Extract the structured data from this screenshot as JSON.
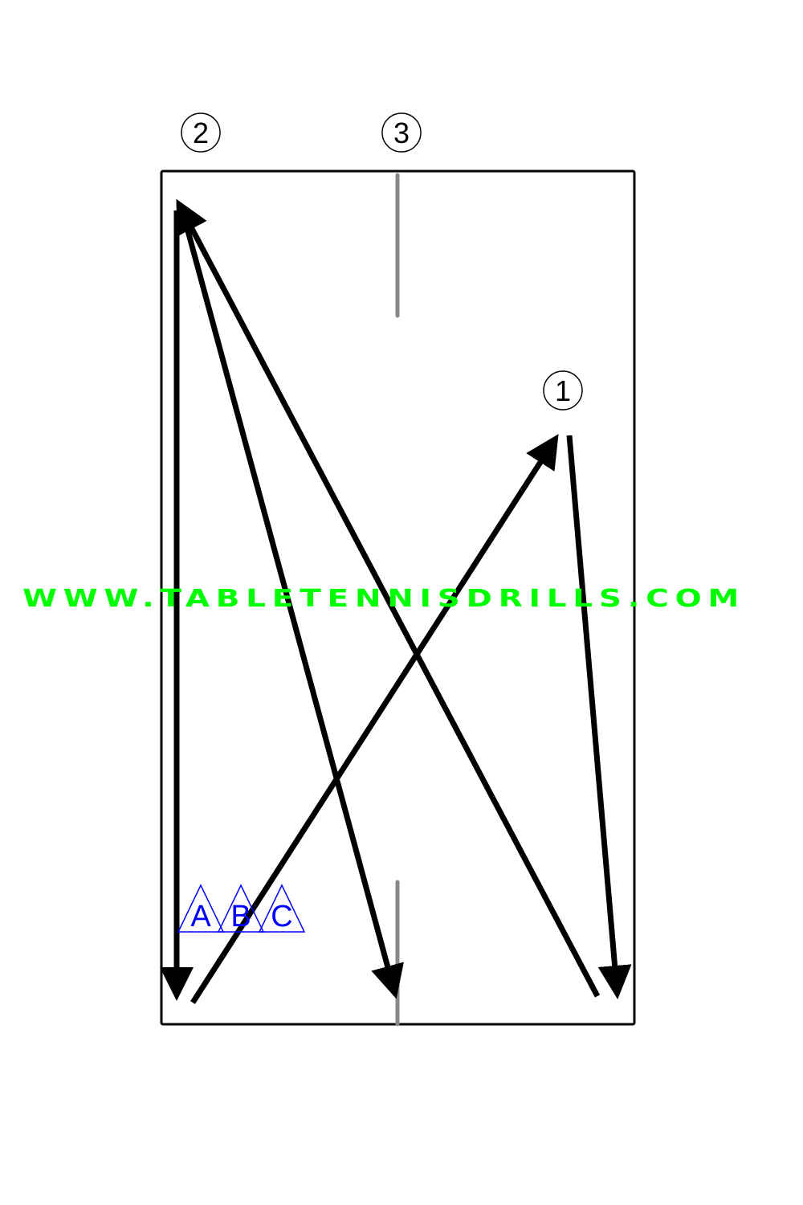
{
  "diagram": {
    "markers": [
      {
        "id": "marker-1",
        "label": "1"
      },
      {
        "id": "marker-2",
        "label": "2"
      },
      {
        "id": "marker-3",
        "label": "3"
      }
    ],
    "players": [
      {
        "label": "A"
      },
      {
        "label": "B"
      },
      {
        "label": "C"
      }
    ],
    "watermark": "WWW.TABLETENNISDRILLS.COM",
    "colors": {
      "table_line": "#000000",
      "center_line": "#888888",
      "arrow": "#000000",
      "players": "#0000ff",
      "watermark": "#00ff00"
    }
  }
}
